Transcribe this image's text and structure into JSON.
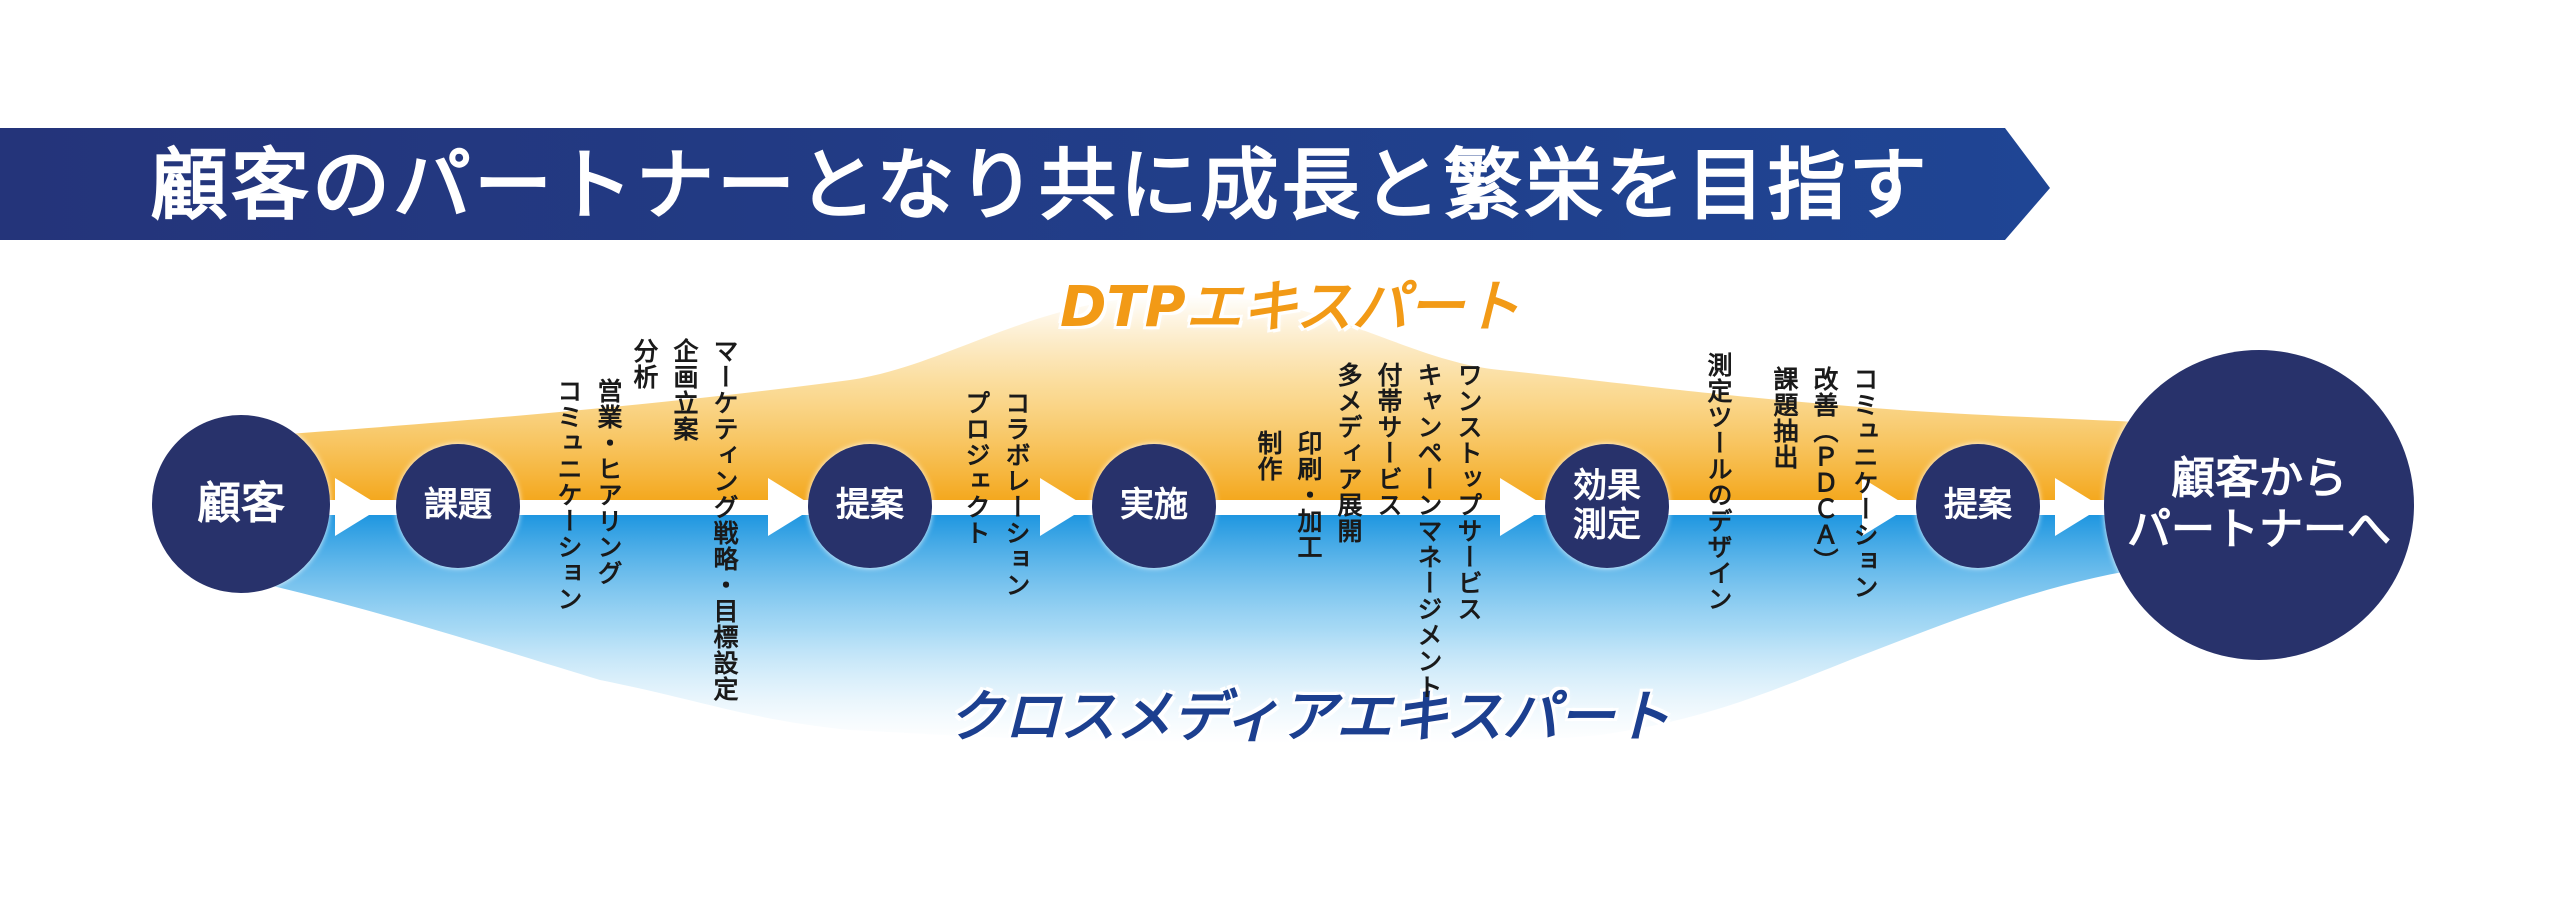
{
  "banner": {
    "title": "顧客のパートナーとなり共に成長と繁栄を目指す",
    "color": "#1f3d8a"
  },
  "bands": {
    "dtp_label": "DTPエキスパート",
    "cross_media_label": "クロスメディアエキスパート",
    "dtp_color": "#f5b533",
    "cross_media_color": "#3aa6e3"
  },
  "nodes": {
    "customer": "顧客",
    "issue": "課題",
    "proposal_1": "提案",
    "execution": "実施",
    "effect_line1": "効果",
    "effect_line2": "測定",
    "proposal_2": "提案",
    "partner_line1": "顧客から",
    "partner_line2": "パートナーへ"
  },
  "columns": {
    "issue_col1": [
      "営業・ヒアリング",
      "コミュニケーション"
    ],
    "issue_col2": [
      "マーケティング戦略・目標設定",
      "企画立案",
      "分析"
    ],
    "proposal_col": [
      "コラボレーション",
      "プロジェクト"
    ],
    "execution_col1": [
      "印刷・加工",
      "制作"
    ],
    "execution_col2": [
      "ワンストップサービス",
      "キャンペーンマネージメント",
      "付帯サービス",
      "多メディア展開"
    ],
    "effect_col1": [
      "測定ツールのデザイン"
    ],
    "effect_col2": [
      "コミュニケーション",
      "改善（ＰＤＣＡ）",
      "課題抽出"
    ]
  }
}
